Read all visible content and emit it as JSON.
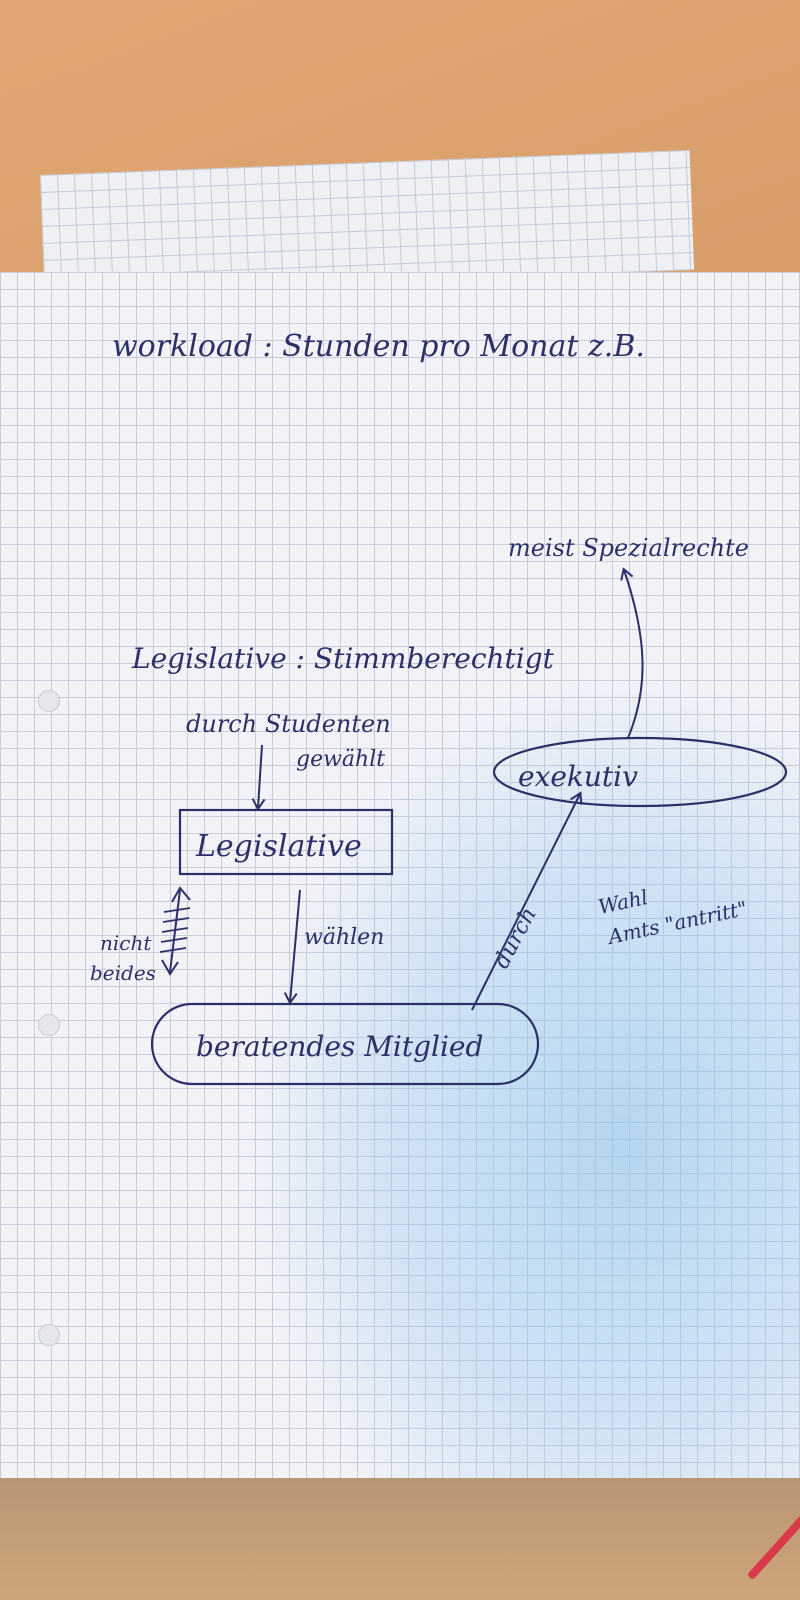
{
  "note": {
    "header": "workload : Stunden pro Monat z.B.",
    "top_right": "meist Spezialrechte",
    "caption": "Legislative : Stimmberechtigt",
    "elected_note_line1": "durch Studenten",
    "elected_note_line2": "gewählt",
    "arrow_label_choose": "wählen",
    "arrow_label_via_line1": "durch",
    "arrow_label_via_line2": "Wahl",
    "arrow_label_via_line3": "Amts \"antritt\"",
    "side_note_line1": "nicht",
    "side_note_line2": "beides"
  },
  "nodes": {
    "legislative": "Legislative",
    "advisor": "beratendes Mitglied",
    "executive": "exekutiv"
  },
  "colors": {
    "ink": "#2c3068",
    "paper": "#f2f3f7",
    "desk": "#d59a66"
  }
}
